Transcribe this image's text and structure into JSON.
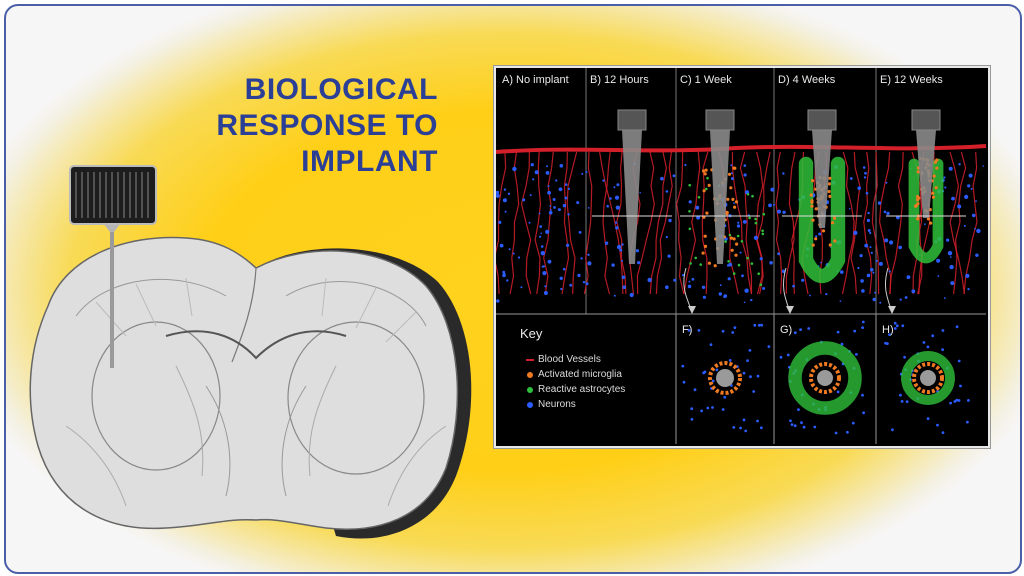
{
  "title_lines": [
    "BIOLOGICAL",
    "RESPONSE TO",
    "IMPLANT"
  ],
  "panels": [
    {
      "id": "A",
      "label": "A) No implant"
    },
    {
      "id": "B",
      "label": "B) 12 Hours"
    },
    {
      "id": "C",
      "label": "C) 1 Week"
    },
    {
      "id": "D",
      "label": "D) 4 Weeks"
    },
    {
      "id": "E",
      "label": "E) 12 Weeks"
    }
  ],
  "key": {
    "title": "Key",
    "items": [
      {
        "label": "Blood Vessels",
        "color": "#d4202a"
      },
      {
        "label": "Activated microglia",
        "color": "#f07a22"
      },
      {
        "label": "Reactive astrocytes",
        "color": "#2fbf3a"
      },
      {
        "label": "Neurons",
        "color": "#2a5cff"
      }
    ]
  },
  "cross_sections": [
    {
      "id": "F",
      "label": "F)"
    },
    {
      "id": "G",
      "label": "G)"
    },
    {
      "id": "H",
      "label": "H)"
    }
  ],
  "colors": {
    "title": "#2b3f96",
    "background": "#ffd21e",
    "border": "#4a5fa8"
  }
}
